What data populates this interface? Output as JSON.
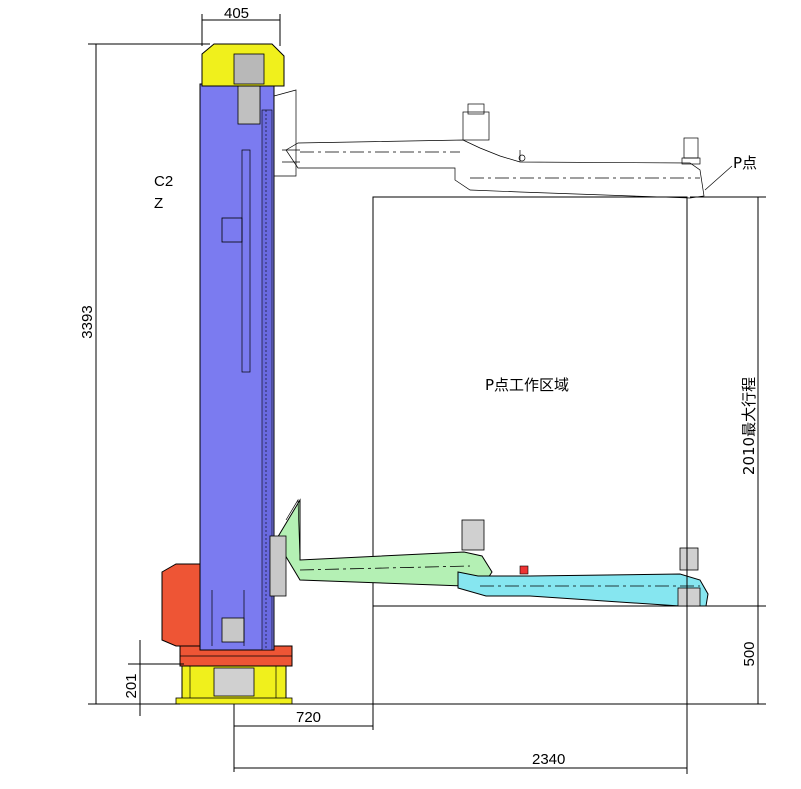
{
  "dimensions": {
    "top_width": "405",
    "total_height": "3393",
    "base_height": "201",
    "column_offset": "720",
    "arm_reach": "2340",
    "max_stroke": "2010最大行程",
    "lower_height": "500"
  },
  "labels": {
    "axis_c": "C2",
    "axis_z": "Z",
    "point": "P点",
    "work_area": "P点工作区域"
  },
  "colors": {
    "column": "#7b7bf0",
    "cap": "#f0f01c",
    "base_red": "#ee5535",
    "base_yellow": "#f0f01c",
    "lower_arm": "#b4f0b4",
    "fore_arm": "#86e6f0",
    "upper_arm": "#ffffff"
  }
}
